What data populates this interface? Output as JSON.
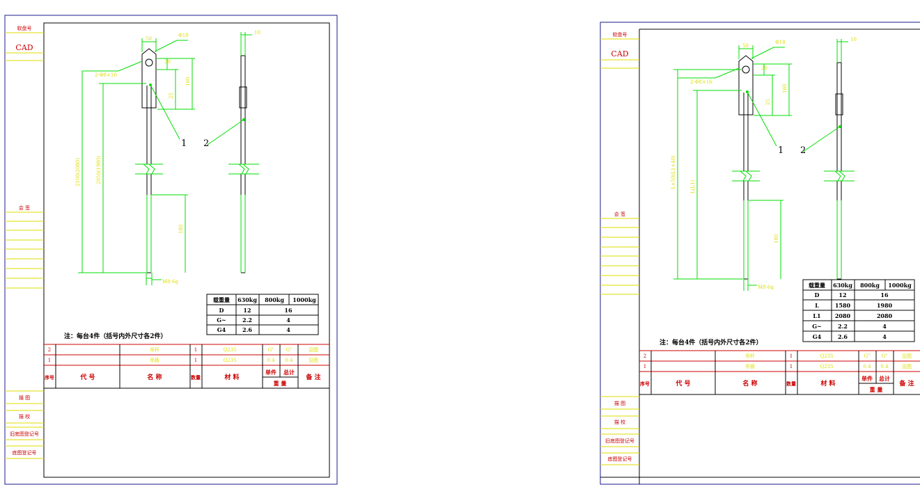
{
  "colors": {
    "frame": "#1a1a8c",
    "title_line": "#ffff00",
    "title_text": "#cc0000",
    "green": "#00dd00",
    "dim_yellow": "#dddd00",
    "black": "#000000"
  },
  "sheet_left": {
    "side": {
      "file_no": "软盘号",
      "cad": "CAD",
      "countersign": "会  签",
      "drawn": "描  图",
      "checked": "描  校",
      "old_reg": "旧底图登记号",
      "base_reg": "底图登记号"
    },
    "dims": {
      "d50": "50",
      "phi18": "Φ18",
      "hole": "2-Φ8×16",
      "d10": "10",
      "d20": "20",
      "d160": "160",
      "d25": "25",
      "l1": "2100(2080)",
      "l": "2050(1980)",
      "d180": "180",
      "thread": "M8-6g"
    },
    "callouts": {
      "c1": "1",
      "c2": "2"
    },
    "spec": {
      "header": [
        "载重量",
        "630kg",
        "800kg",
        "1000kg"
      ],
      "rows": [
        [
          "D",
          "12",
          "16",
          ""
        ],
        [
          "G~",
          "2.2",
          "4",
          ""
        ],
        [
          "G4",
          "2.6",
          "4",
          ""
        ]
      ]
    },
    "note": "注：每台4件（括号内外尺寸各2件）",
    "parts": {
      "rows": [
        [
          "2",
          "",
          "吊杆",
          "1",
          "Q235",
          "G\"",
          "G\"",
          "见图"
        ],
        [
          "1",
          "",
          "吊板",
          "1",
          "Q235",
          "0.4",
          "0.4",
          "见图"
        ]
      ],
      "header": {
        "seq": "序号",
        "code": "代    号",
        "name": "名    称",
        "qty": "数量",
        "material": "材    料",
        "unit": "单件",
        "total": "总计",
        "weight": "重  量",
        "remark": "备 注"
      }
    }
  },
  "sheet_right": {
    "side": {
      "file_no": "软盘号",
      "cad": "CAD",
      "countersign": "会  签",
      "drawn": "描  图",
      "checked": "描  校",
      "old_reg": "旧底图登记号",
      "base_reg": "底图登记号"
    },
    "dims": {
      "d50": "50",
      "phi18": "Φ18",
      "hole": "2-Φ8×16",
      "d10": "10",
      "d20": "20",
      "d160": "160",
      "d25": "25",
      "l1": "L+50(L1+40)",
      "l": "L(L1)",
      "d180": "180",
      "thread": "M8-6g"
    },
    "callouts": {
      "c1": "1",
      "c2": "2"
    },
    "spec": {
      "header": [
        "载重量",
        "630kg",
        "800kg",
        "1000kg"
      ],
      "rows": [
        [
          "D",
          "12",
          "16",
          ""
        ],
        [
          "L",
          "1580",
          "1980",
          ""
        ],
        [
          "L1",
          "2080",
          "2080",
          ""
        ],
        [
          "G~",
          "2.2",
          "4",
          ""
        ],
        [
          "G4",
          "2.6",
          "4",
          ""
        ]
      ]
    },
    "note": "注：每台4件（括号内外尺寸各2件）",
    "parts": {
      "rows": [
        [
          "2",
          "",
          "吊杆",
          "1",
          "Q235",
          "G\"",
          "G\"",
          "见图"
        ],
        [
          "1",
          "",
          "吊板",
          "1",
          "Q235",
          "0.4",
          "0.4",
          "见图"
        ]
      ],
      "header": {
        "seq": "序号",
        "code": "代    号",
        "name": "名    称",
        "qty": "数量",
        "material": "材    料",
        "unit": "单件",
        "total": "总计",
        "weight": "重  量",
        "remark": "备 注"
      }
    }
  }
}
